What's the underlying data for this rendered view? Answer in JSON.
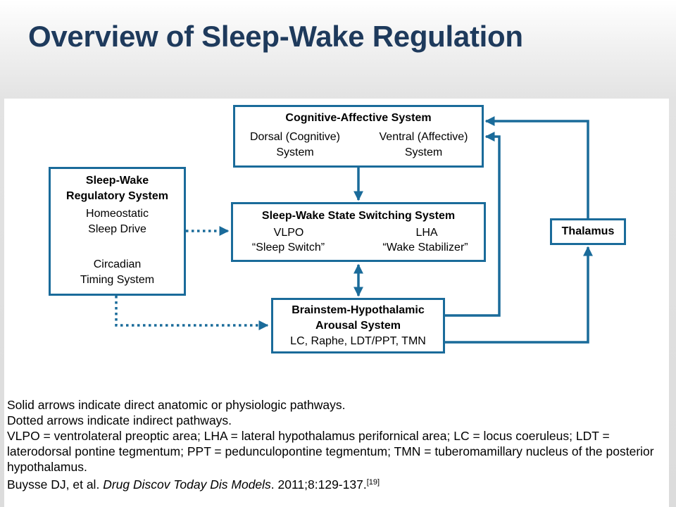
{
  "slide": {
    "title": "Overview of Sleep-Wake Regulation"
  },
  "diagram": {
    "cognitive_affective": {
      "title": "Cognitive-Affective System",
      "dorsal_line1": "Dorsal (Cognitive)",
      "dorsal_line2": "System",
      "ventral_line1": "Ventral (Affective)",
      "ventral_line2": "System"
    },
    "regulatory": {
      "title_line1": "Sleep-Wake",
      "title_line2": "Regulatory System",
      "homeostatic_line1": "Homeostatic",
      "homeostatic_line2": "Sleep Drive",
      "circadian_line1": "Circadian",
      "circadian_line2": "Timing System"
    },
    "switching": {
      "title": "Sleep-Wake State Switching System",
      "vlpo": "VLPO",
      "lha": "LHA",
      "sleep_switch": "“Sleep Switch”",
      "wake_stabilizer": "“Wake Stabilizer”"
    },
    "thalamus": {
      "title": "Thalamus"
    },
    "brainstem": {
      "title_line1": "Brainstem-Hypothalamic",
      "title_line2": "Arousal System",
      "nuclei": "LC, Raphe, LDT/PPT, TMN"
    },
    "colors": {
      "box_border": "#1a6b9a",
      "arrow": "#1a6b9a",
      "title": "#1e3a5c"
    }
  },
  "footnotes": {
    "solid": "Solid arrows indicate direct anatomic or physiologic pathways.",
    "dotted": "Dotted arrows indicate indirect pathways.",
    "abbreviations": "VLPO = ventrolateral preoptic area; LHA = lateral hypothalamus perifornical area; LC = locus coeruleus; LDT = laterodorsal pontine tegmentum; PPT = pedunculopontine tegmentum; TMN = tuberomamillary nucleus of the posterior hypothalamus.",
    "citation_authors": "Buysse DJ, et al.",
    "citation_journal": "Drug Discov Today Dis Models",
    "citation_details": ". 2011;8:129-137.",
    "citation_ref": "[19]"
  }
}
